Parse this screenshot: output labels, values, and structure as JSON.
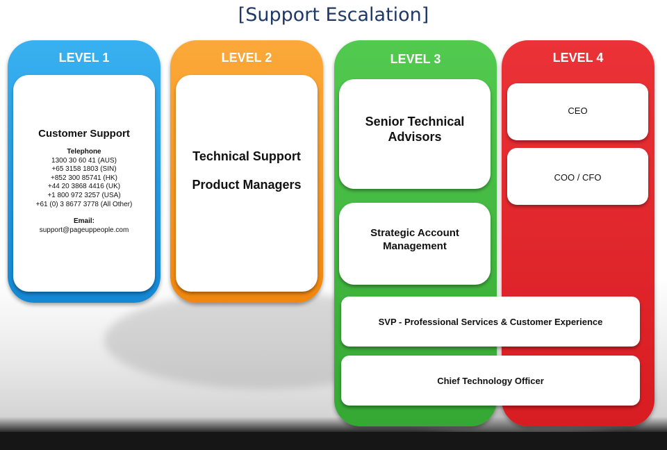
{
  "title": "[Support Escalation]",
  "colors": {
    "level1": "#1a9be6",
    "level2": "#f7941d",
    "level3": "#3db83b",
    "level4": "#e0262b",
    "title": "#1f3864"
  },
  "levels": [
    {
      "label": "LEVEL 1",
      "card_title": "Customer Support",
      "telephone_label": "Telephone",
      "phones": [
        "1300 30 60 41 (AUS)",
        "+65 3158 1803 (SIN)",
        "+852 300 85741 (HK)",
        "+44 20 3868 4416 (UK)",
        "+1 800 972 3257 (USA)",
        "+61 (0) 3 8677 3778 (All Other)"
      ],
      "email_label": "Email:",
      "email": "support@pageuppeople.com"
    },
    {
      "label": "LEVEL 2",
      "roles": [
        "Technical Support",
        "Product Managers"
      ]
    },
    {
      "label": "LEVEL 3",
      "roles": [
        "Senior Technical Advisors",
        "Strategic Account Management"
      ]
    },
    {
      "label": "LEVEL 4",
      "roles": [
        "CEO",
        "COO / CFO"
      ]
    }
  ],
  "shared_roles": [
    "SVP - Professional Services & Customer Experience",
    "Chief Technology Officer"
  ]
}
